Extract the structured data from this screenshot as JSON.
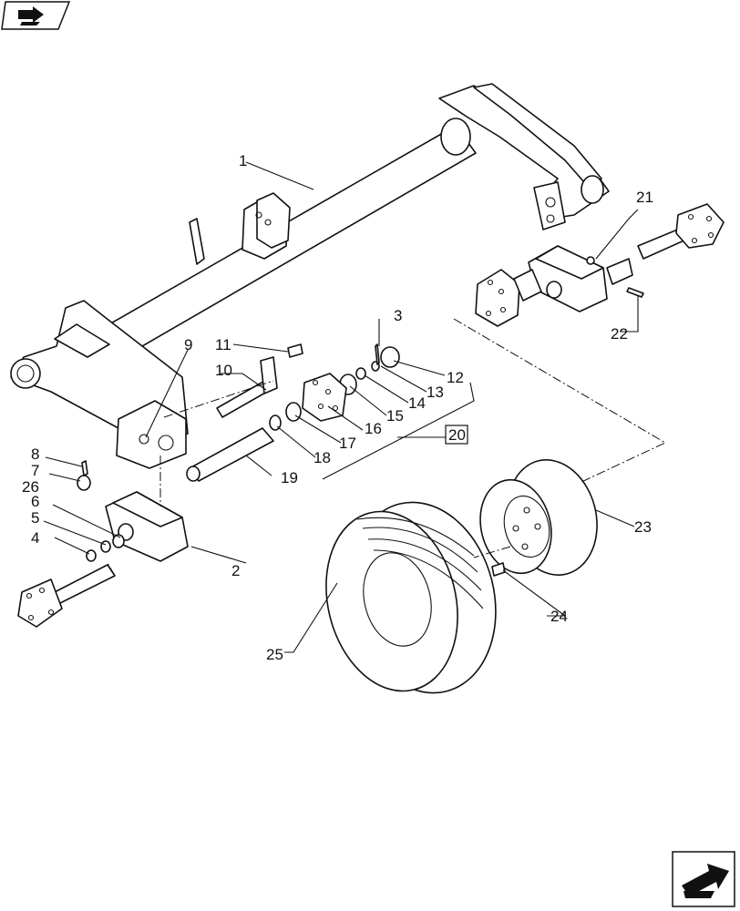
{
  "callouts": {
    "c1": "1",
    "c2": "2",
    "c3": "3",
    "c4": "4",
    "c5": "5",
    "c6": "6",
    "c7": "7",
    "c8": "8",
    "c9": "9",
    "c10": "10",
    "c11": "11",
    "c12": "12",
    "c13": "13",
    "c14": "14",
    "c15": "15",
    "c16": "16",
    "c17": "17",
    "c18": "18",
    "c19": "19",
    "c20": "20",
    "c21": "21",
    "c22": "22",
    "c23": "23",
    "c24": "24",
    "c25": "25",
    "c26": "26"
  },
  "icons": {
    "top_left": "book-arrow-icon",
    "bottom_right": "next-page-arrow-icon"
  }
}
